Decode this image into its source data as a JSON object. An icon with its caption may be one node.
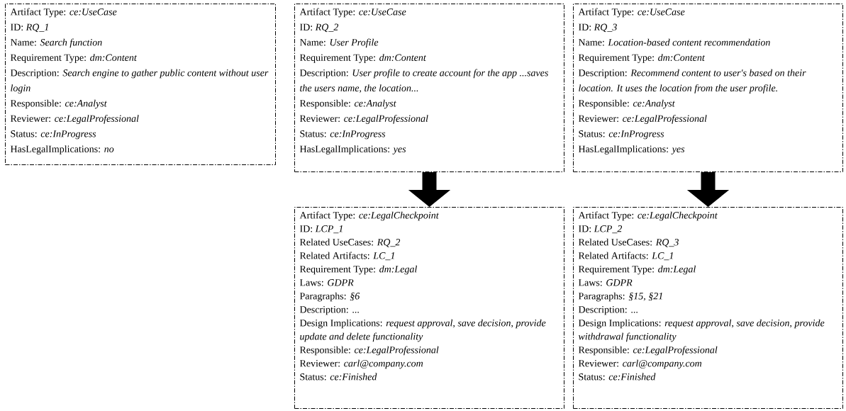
{
  "diagram": {
    "nodes": [
      {
        "text": [
          "Artifact Type: *ce:UseCase*",
          "ID: *RQ_1*",
          "Name: *Search function*",
          "Requirement Type: *dm:Content*",
          "Description: *Search engine to gather public content without user login*",
          "Responsible: *ce:Analyst*",
          "Reviewer: *ce:LegalProfessional*",
          "Status: *ce:InProgress*",
          "HasLegalImplications: *no*"
        ]
      },
      {
        "text": [
          "Artifact Type: *ce:UseCase*",
          "ID: *RQ_2*",
          "Name: *User Profile*",
          "Requirement Type: *dm:Content*",
          "Description: *User profile to create account for the app ...saves the users name, the location...*",
          "Responsible: *ce:Analyst*",
          "Reviewer: *ce:LegalProfessional*",
          "Status: *ce:InProgress*",
          "HasLegalImplications: *yes*"
        ]
      },
      {
        "text": [
          "Artifact Type: *ce:UseCase*",
          "ID: *RQ_3*",
          "Name: *Location-based content recommendation*",
          "Requirement Type: *dm:Content*",
          "Description: *Recommend content to user's based on their location. It uses the location from the user profile.*",
          "Responsible: *ce:Analyst*",
          "Reviewer: *ce:LegalProfessional*",
          "Status: *ce:InProgress*",
          "HasLegalImplications: *yes*"
        ]
      },
      {
        "text": [
          "Artifact Type: *ce:LegalCheckpoint*",
          "ID: *LCP_1*",
          "Related UseCases: *RQ_2*",
          "Related Artifacts: *LC_1*",
          "Requirement Type: *dm:Legal*",
          "Laws: *GDPR*",
          "Paragraphs: *§6*",
          "Description: ...",
          "Design Implications: *request approval, save decision, provide update and delete functionality*",
          "Responsible: *ce:LegalProfessional*",
          "Reviewer: *carl@company.com*",
          "Status: *ce:Finished*"
        ]
      },
      {
        "text": [
          "Artifact Type: *ce:LegalCheckpoint*",
          "ID: *LCP_2*",
          "Related UseCases: *RQ_3*",
          "Related Artifacts: *LC_1*",
          "Requirement Type: *dm:Legal*",
          "Laws: *GDPR*",
          "Paragraphs: *§15, §21*",
          "Description: ...",
          "Design Implications: *request approval, save decision, provide withdrawal functionality*",
          "Responsible: *ce:LegalProfessional*",
          "Reviewer: *carl@company.com*",
          "Status: *ce:Finished*"
        ]
      }
    ],
    "edges": [
      {
        "from": 1,
        "to": 3,
        "arrow": "to"
      },
      {
        "from": 2,
        "to": 4,
        "arrow": "to"
      }
    ]
  }
}
